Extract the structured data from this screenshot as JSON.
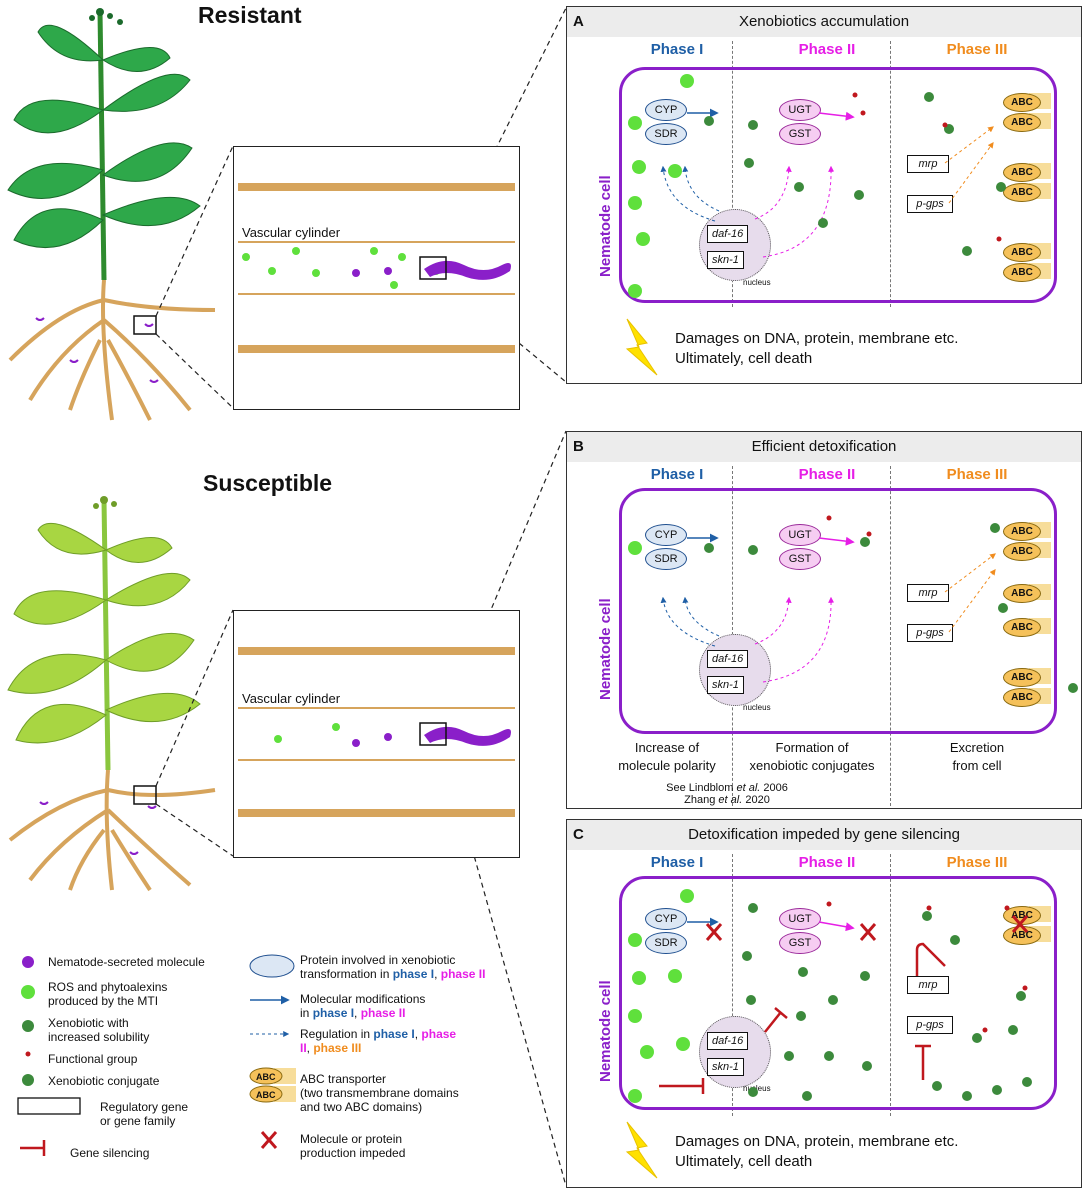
{
  "titles": {
    "resistant": "Resistant",
    "susceptible": "Susceptible"
  },
  "zoom": {
    "vascular_label": "Vascular cylinder"
  },
  "panels": {
    "A": {
      "letter": "A",
      "title": "Xenobiotics accumulation",
      "damage_line1": "Damages on DNA, protein, membrane etc.",
      "damage_line2": "Ultimately, cell death"
    },
    "B": {
      "letter": "B",
      "title": "Efficient detoxification",
      "captions": {
        "p1a": "Increase of",
        "p1b": "molecule polarity",
        "p2a": "Formation of",
        "p2b": "xenobiotic conjugates",
        "p3a": "Excretion",
        "p3b": "from cell"
      },
      "ref1_pre": "See Lindblom ",
      "ref1_em": "et al.",
      "ref1_post": " 2006",
      "ref2_pre": "Zhang ",
      "ref2_em": "et al.",
      "ref2_post": " 2020"
    },
    "C": {
      "letter": "C",
      "title": "Detoxification impeded by gene silencing",
      "damage_line1": "Damages on DNA, protein, membrane etc.",
      "damage_line2": "Ultimately, cell death"
    }
  },
  "phases": {
    "p1": "Phase I",
    "p2": "Phase II",
    "p3": "Phase III"
  },
  "cell": {
    "label": "Nematode cell",
    "nucleus": "nucleus"
  },
  "enzymes": {
    "cyp": "CYP",
    "sdr": "SDR",
    "ugt": "UGT",
    "gst": "GST",
    "abc": "ABC"
  },
  "genes": {
    "daf16": "daf-16",
    "skn1": "skn-1",
    "mrp": "mrp",
    "pgps": "p-gps"
  },
  "legend": {
    "nematode_molecule": "Nematode-secreted molecule",
    "ros_1": "ROS and phytoalexins",
    "ros_2": "produced by the MTI",
    "xeno_1": "Xenobiotic with",
    "xeno_2": "increased solubility",
    "functional_group": "Functional group",
    "conjugate": "Xenobiotic conjugate",
    "reg_gene_1": "Regulatory gene",
    "reg_gene_2": "or gene family",
    "silencing": "Gene silencing",
    "protein_1": "Protein involved in xenobiotic",
    "protein_2a": "transformation in ",
    "protein_2b": "phase I",
    "protein_2c": ", ",
    "protein_2d": "phase II",
    "modif_1": "Molecular modifications",
    "modif_2a": "in ",
    "modif_2b": "phase I",
    "modif_2c": ", ",
    "modif_2d": "phase II",
    "reg_1a": "Regulation in ",
    "reg_1b": "phase I",
    "reg_1c": ", ",
    "reg_1d": "phase",
    "reg_2a": "II",
    "reg_2b": ", ",
    "reg_2c": "phase III",
    "abc_1": "ABC transporter",
    "abc_2": "(two transmembrane domains",
    "abc_3": "and two ABC domains)",
    "impeded_1": "Molecule or protein",
    "impeded_2": "production impeded"
  },
  "colors": {
    "purple": "#8a1fc9",
    "phase1": "#1f5fa6",
    "phase2": "#e61ee6",
    "phase3": "#f08c1e",
    "ros": "#5fe03c",
    "silencing": "#c0181e",
    "root": "#d6a45c"
  }
}
